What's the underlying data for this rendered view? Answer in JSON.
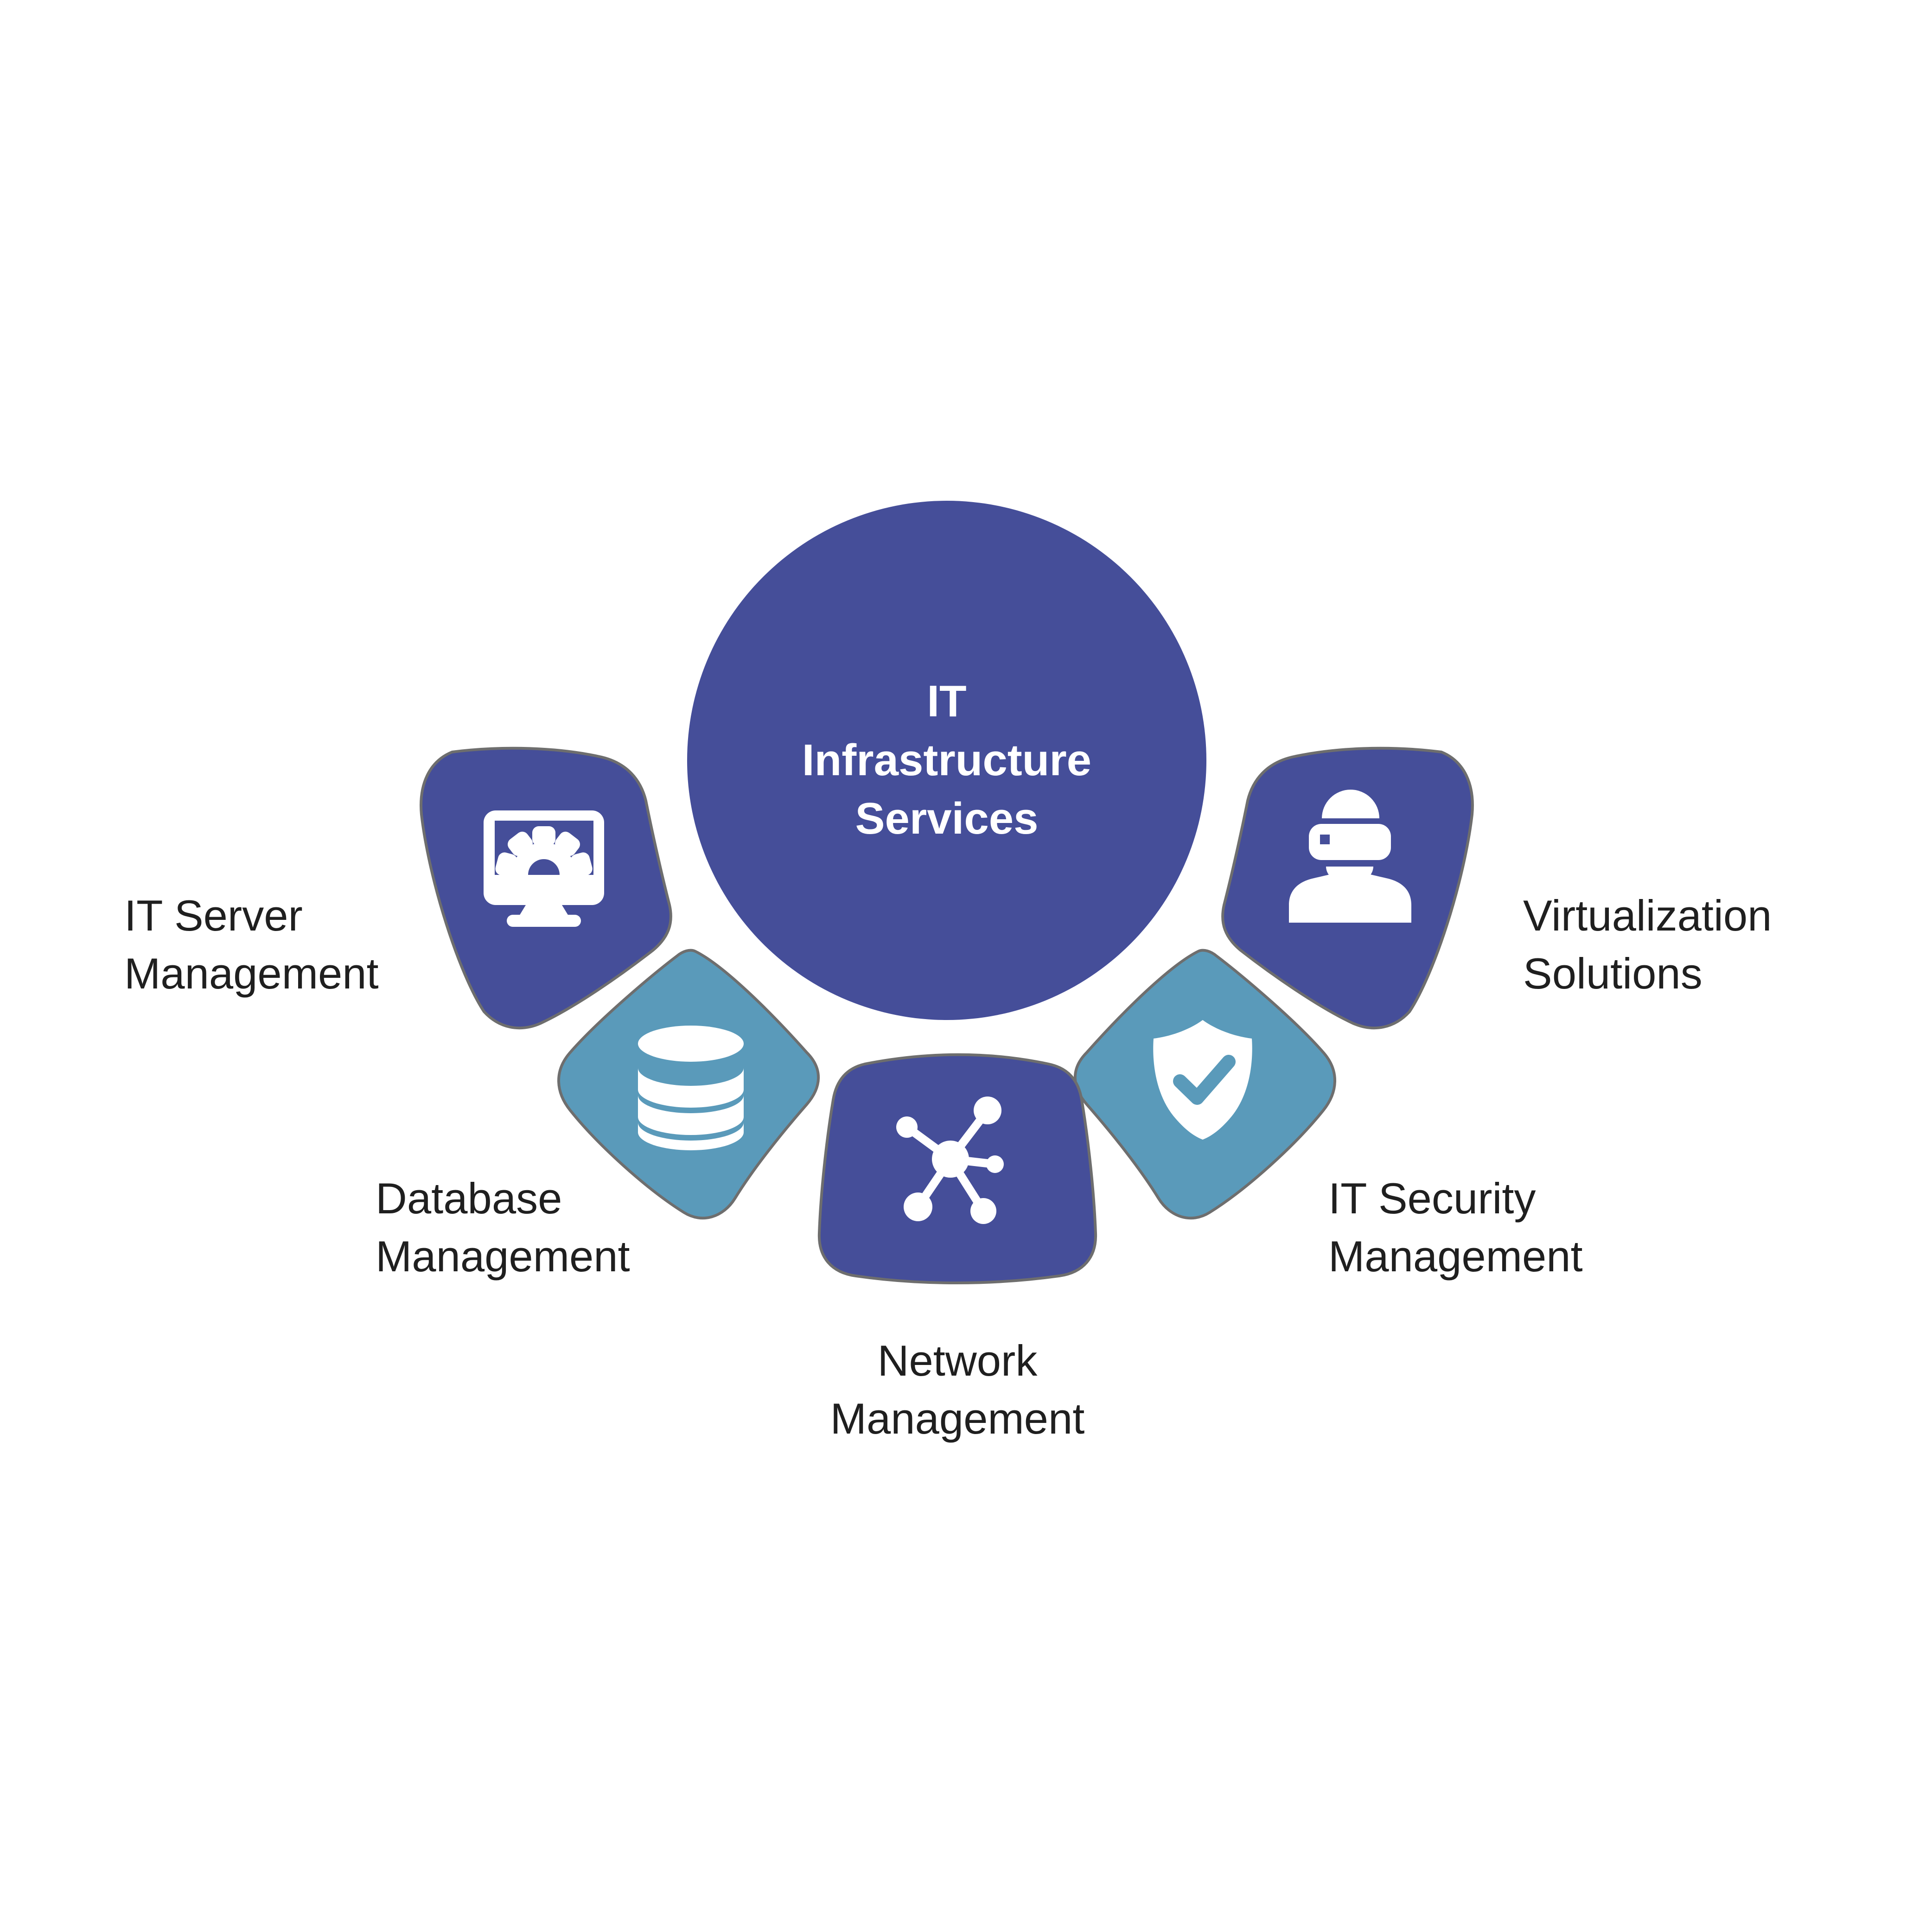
{
  "title": "IT Infrastructure Services diagram",
  "colors": {
    "primary": "#454E99",
    "secondary": "#5A9ABA",
    "outline": "#6E6E6E",
    "label_text": "#1F1F1F",
    "icon_white": "#FFFFFF",
    "background": "#FFFFFF"
  },
  "center": {
    "lines": [
      "IT",
      "Infrastructure",
      "Services"
    ]
  },
  "nodes": [
    {
      "id": "it-server-management",
      "icon": "monitor-gear-icon",
      "color": "primary",
      "label_lines": [
        "IT Server",
        "Management"
      ]
    },
    {
      "id": "database-management",
      "icon": "database-icon",
      "color": "secondary",
      "label_lines": [
        "Database",
        "Management"
      ]
    },
    {
      "id": "network-management",
      "icon": "network-nodes-icon",
      "color": "primary",
      "label_lines": [
        "Network",
        "Management"
      ]
    },
    {
      "id": "it-security-management",
      "icon": "shield-check-icon",
      "color": "secondary",
      "label_lines": [
        "IT Security",
        "Management"
      ]
    },
    {
      "id": "virtualization-solutions",
      "icon": "vr-headset-user-icon",
      "color": "primary",
      "label_lines": [
        "Virtualization",
        "Solutions"
      ]
    }
  ]
}
